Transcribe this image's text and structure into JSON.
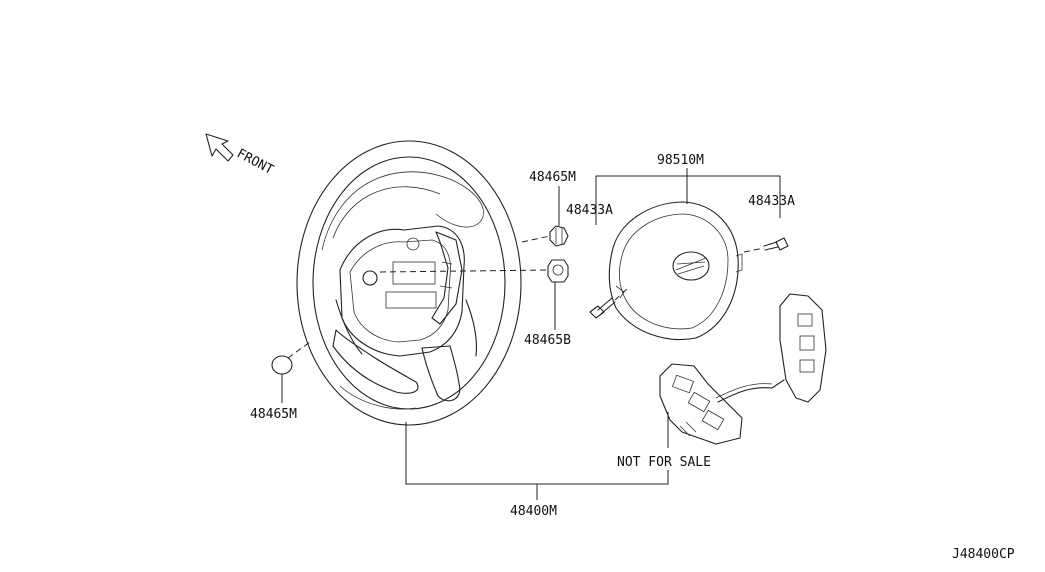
{
  "diagram": {
    "code": "J48400CP",
    "direction_label": "FRONT",
    "note": "NOT FOR SALE",
    "parts": {
      "p48465M_top": "48465M",
      "p48465M_left": "48465M",
      "p48465B": "48465B",
      "p98510M": "98510M",
      "p48433A_left": "48433A",
      "p48433A_right": "48433A",
      "p48400M": "48400M"
    }
  }
}
